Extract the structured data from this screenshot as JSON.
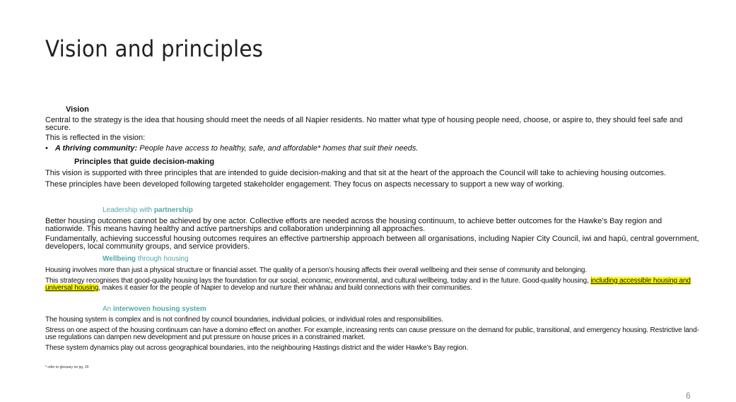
{
  "title": "Vision and principles",
  "vision": {
    "heading": "Vision",
    "p1": "Central to the strategy is the idea that housing should meet the needs of all Napier residents. No matter what type of housing people need, choose, or aspire to, they should feel safe and secure.",
    "p2": "This is reflected in the vision:",
    "bullet_bold": "A thriving community:",
    "bullet_text": " People have access to healthy, safe, and affordable* homes that suit their needs."
  },
  "principles": {
    "heading": "Principles that guide decision-making",
    "p1": "This vision is supported with three principles that are intended to guide decision-making and that sit at the heart of the approach the Council will take to achieving housing outcomes.",
    "p2": "These principles have been developed following targeted stakeholder engagement. They focus on aspects necessary to support a new way of working."
  },
  "leadership": {
    "heading_a": "Leadership with ",
    "heading_b": "partnership",
    "p1": "Better housing outcomes cannot be achieved by one actor. Collective efforts are needed across the housing continuum, to achieve better outcomes for the Hawke’s Bay region and nationwide. This means having healthy and active partnerships and collaboration underpinning all approaches.",
    "p2": "Fundamentally, achieving successful housing outcomes requires an effective partnership approach between all organisations, including Napier City Council, iwi and hapū, central government, developers, local community groups, and service providers."
  },
  "wellbeing": {
    "heading_a": "Wellbeing",
    "heading_b": " through housing",
    "p1": "Housing involves more than just a physical structure or financial asset. The quality of a person’s housing affects their overall wellbeing and their sense of community and belonging.",
    "p2_a": "This strategy recognises that good-quality housing lays the foundation for our social, economic, environmental, and cultural wellbeing, today and in the future. Good-quality housing, ",
    "p2_highlight": "including accessible housing and universal housing",
    "p2_b": ", makes it easier for the people of Napier to develop and nurture their whānau and build connections with their communities."
  },
  "interwoven": {
    "heading_a": "An ",
    "heading_b": "interwoven housing system",
    "p1": "The housing system is complex and is not confined by council boundaries, individual policies, or individual roles and responsibilities.",
    "p2": "Stress on one aspect of the housing continuum can have a domino effect on another. For example, increasing rents can cause pressure on the demand for public, transitional, and emergency housing. Restrictive land-use regulations can dampen new development and put pressure on house prices in a constrained market.",
    "p3": "These system dynamics play out across geographical boundaries, into the neighbouring Hastings district and the wider Hawke’s Bay region."
  },
  "footnote": "* refer to glossary on pg. 20",
  "page_number": "6",
  "colors": {
    "teal": "#4fa8a8",
    "highlight": "#ffff00"
  }
}
